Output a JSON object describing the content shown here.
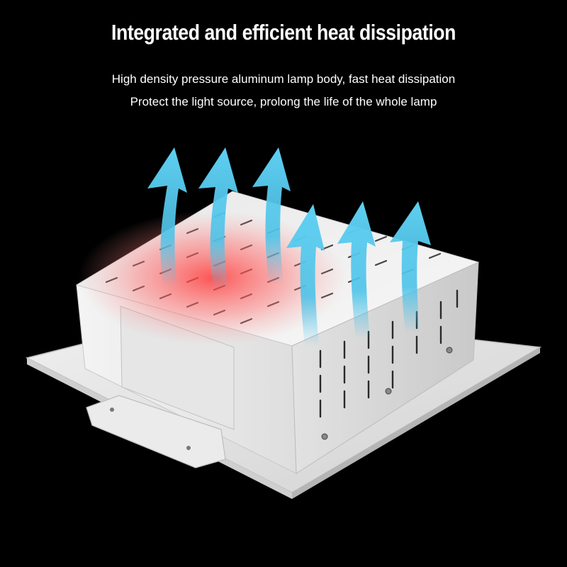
{
  "header": {
    "title": "Integrated and efficient heat dissipation",
    "line1": "High density pressure aluminum lamp body, fast heat dissipation",
    "line2": "Protect the light source, prolong the life of the whole lamp"
  },
  "colors": {
    "background": "#000000",
    "arrow": "#4ec3e8",
    "heat_glow": "#ff4a4a",
    "housing": "#f2f2f2",
    "text": "#ffffff"
  },
  "illustration": {
    "arrow_count": "6",
    "arrow_icon": "arrow-up-icon"
  }
}
